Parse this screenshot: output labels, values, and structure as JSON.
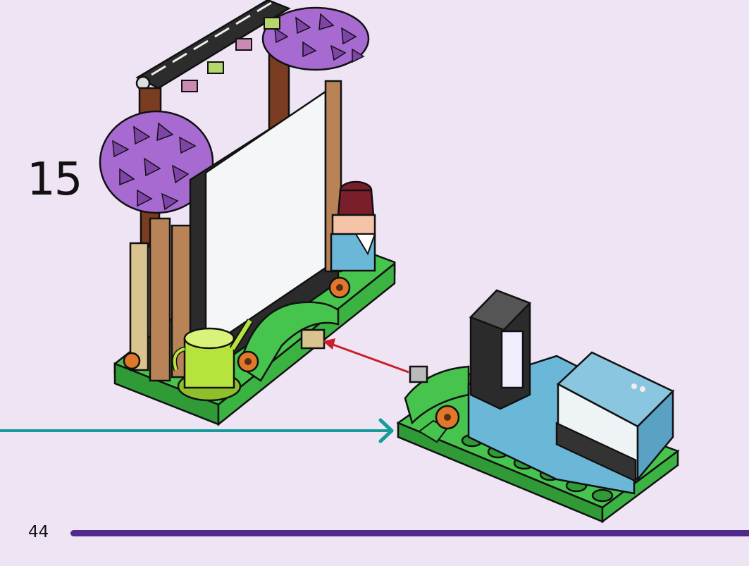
{
  "instruction": {
    "step_number": "15",
    "page_number": "44"
  },
  "colors": {
    "background": "#efe4f4",
    "progress_bar": "#4f2a8a",
    "assembly_arrow": "#139c99",
    "attach_arrow": "#c8202a",
    "baseplate_green": "#47c44d",
    "foliage_purple": "#a76ad0",
    "screen_white": "#f4f6f7",
    "wood_tan": "#b98358",
    "cooler_blue": "#6bb7d8",
    "watering_can_lime": "#b7e33e"
  },
  "progress": {
    "fraction": 1.0
  }
}
